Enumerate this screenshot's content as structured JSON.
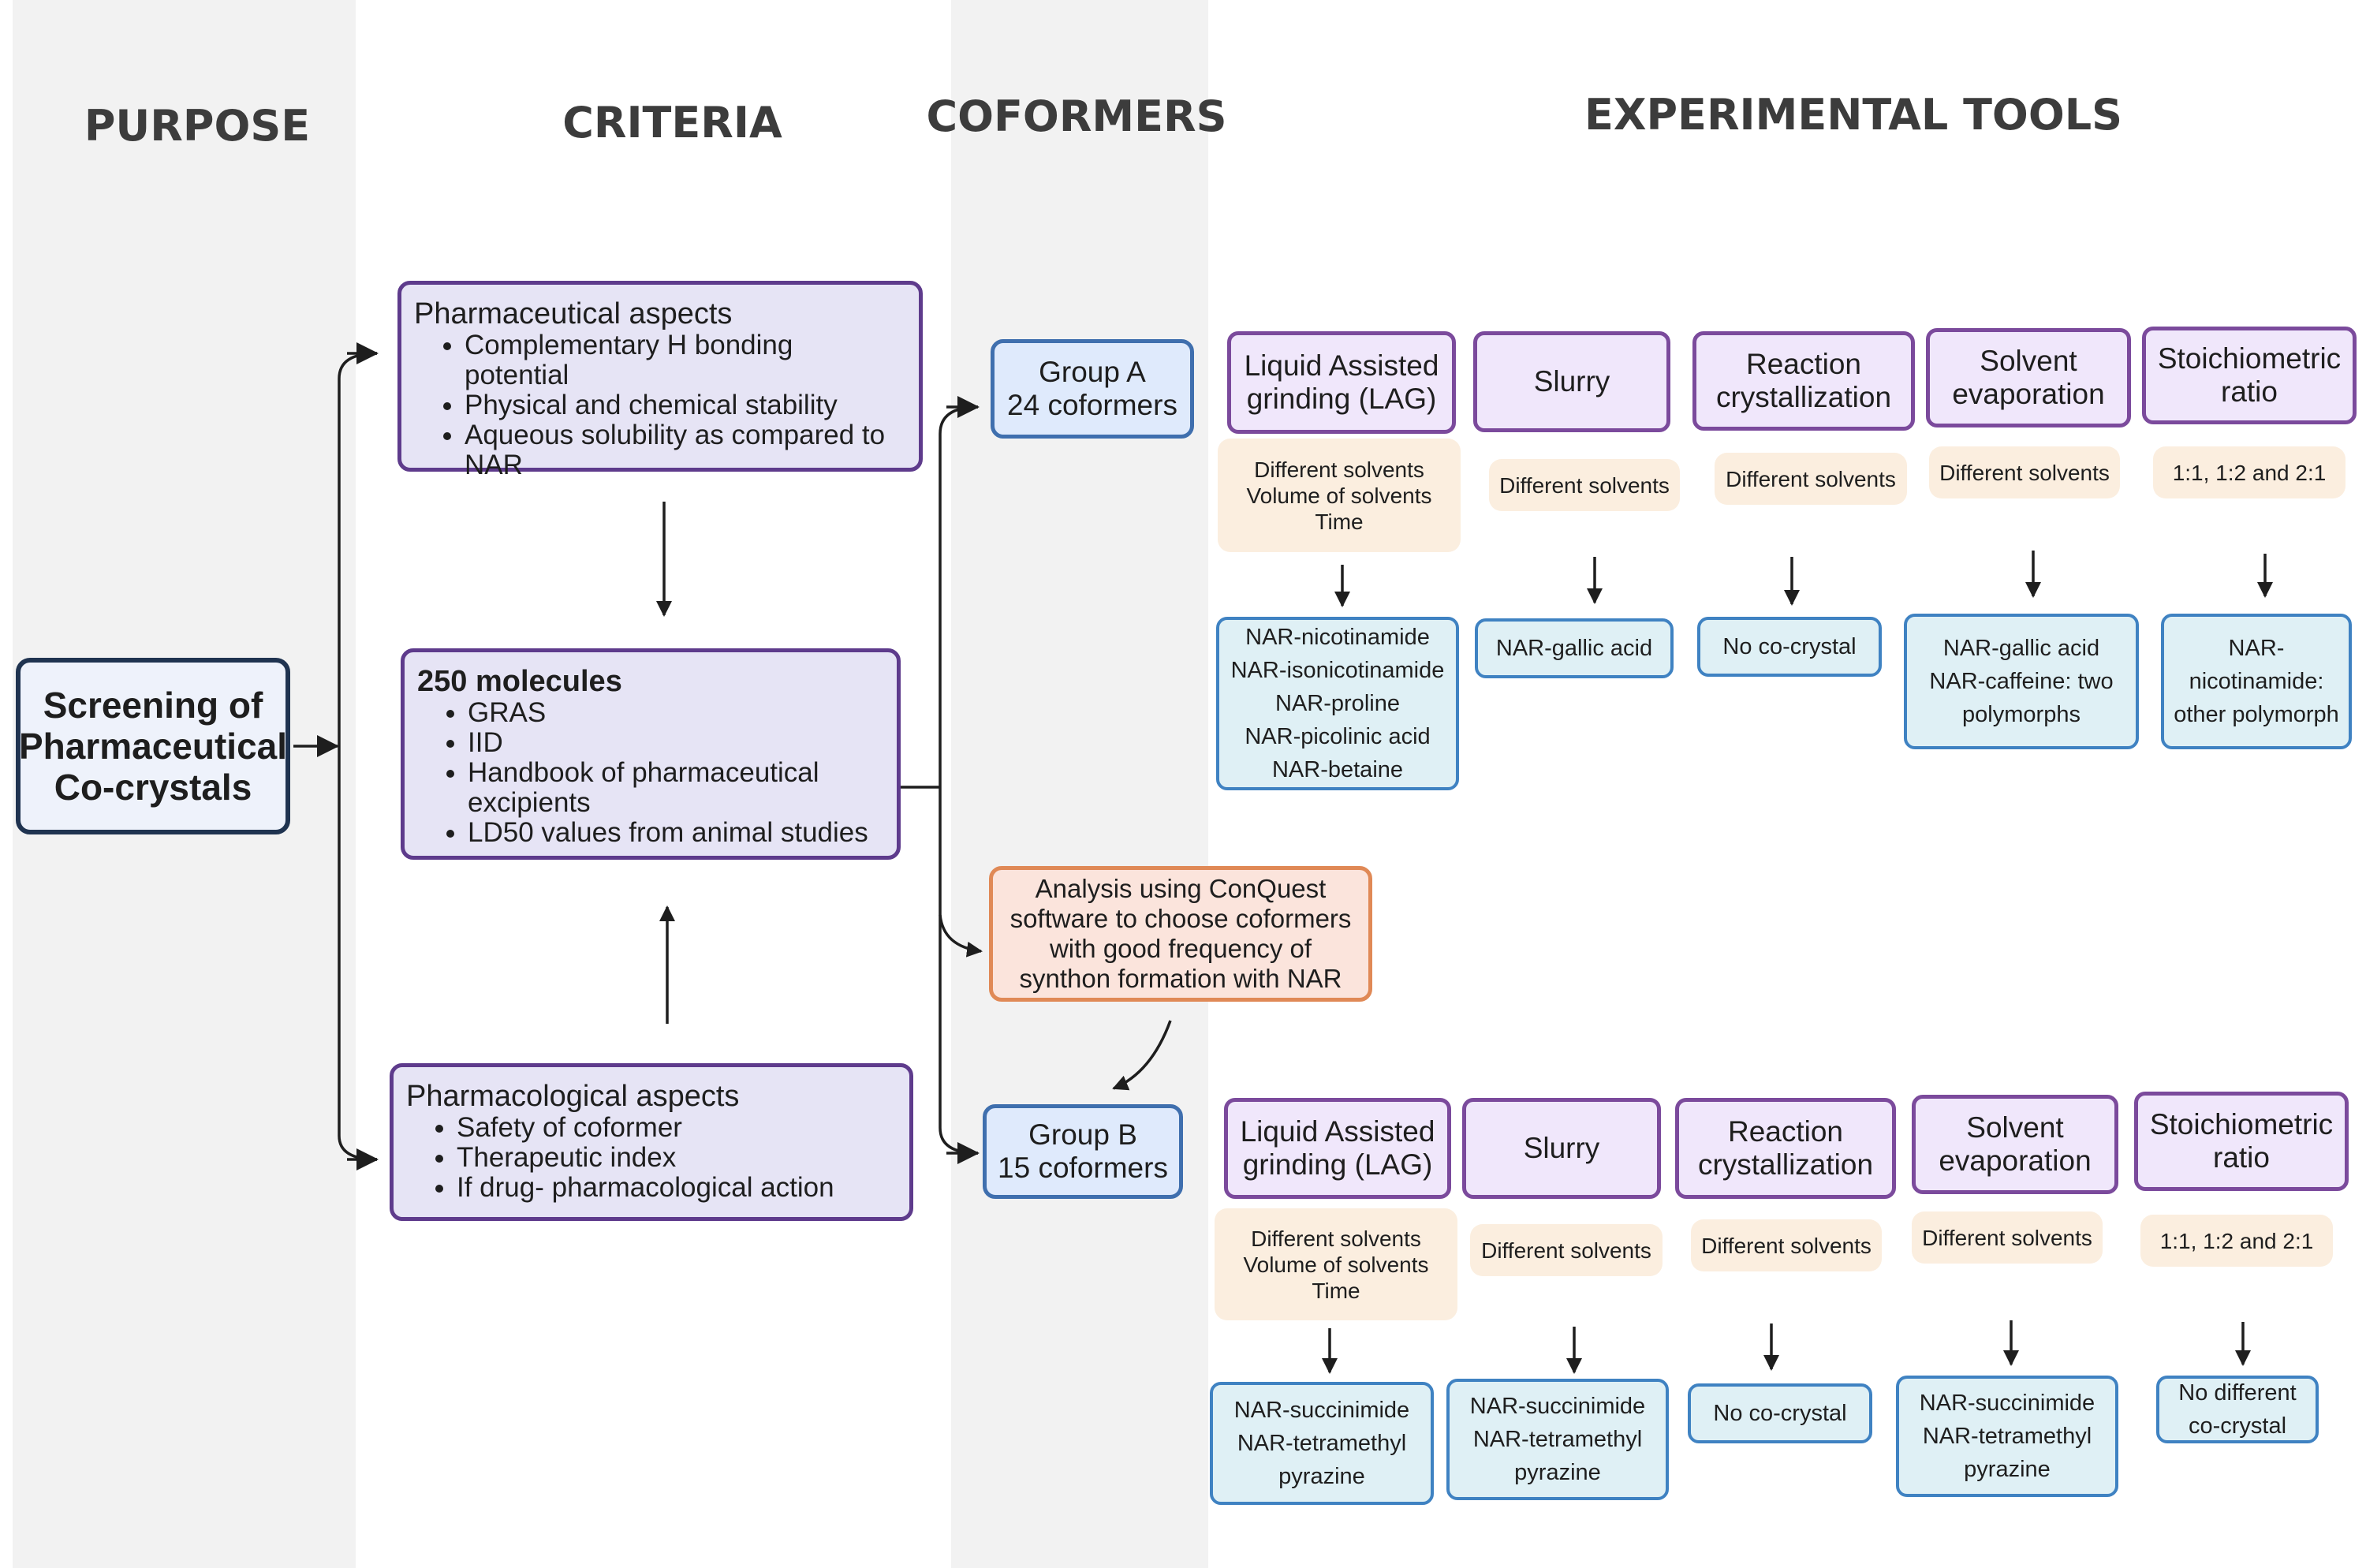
{
  "columns": {
    "purpose": "PURPOSE",
    "criteria": "CRITERIA",
    "coformers": "COFORMERS",
    "experimental_tools": "EXPERIMENTAL TOOLS"
  },
  "screening": "Screening of\nPharmaceutical\nCo-crystals",
  "criteria": {
    "pharmaceutical": {
      "title": "Pharmaceutical aspects",
      "items": [
        "Complementary H bonding potential",
        "Physical and chemical stability",
        "Aqueous solubility as compared to NAR"
      ]
    },
    "molecules": {
      "title": "250 molecules",
      "items": [
        "GRAS",
        "IID",
        "Handbook of pharmaceutical excipients",
        "LD50 values from animal studies"
      ]
    },
    "pharmacological": {
      "title": "Pharmacological aspects",
      "items": [
        "Safety of coformer",
        "Therapeutic index",
        "If  drug- pharmacological action"
      ]
    }
  },
  "coformers": {
    "group_a": "Group A\n24 coformers",
    "group_b": "Group B\n15 coformers",
    "conquest": "Analysis using ConQuest\nsoftware to choose coformers\nwith good frequency of\nsynthon formation with NAR"
  },
  "tools_a": [
    {
      "tool": "Liquid Assisted\ngrinding (LAG)",
      "param": "Different solvents\nVolume of solvents\nTime",
      "result": "NAR-nicotinamide\nNAR-isonicotinamide\nNAR-proline\nNAR-picolinic acid\nNAR-betaine"
    },
    {
      "tool": "Slurry",
      "param": "Different solvents",
      "result": "NAR-gallic acid"
    },
    {
      "tool": "Reaction\ncrystallization",
      "param": "Different solvents",
      "result": "No co-crystal"
    },
    {
      "tool": "Solvent\nevaporation",
      "param": "Different solvents",
      "result": "NAR-gallic acid\nNAR-caffeine: two\npolymorphs"
    },
    {
      "tool": "Stoichiometric\nratio",
      "param": "1:1, 1:2 and 2:1",
      "result": "NAR-\nnicotinamide:\nother polymorph"
    }
  ],
  "tools_b": [
    {
      "tool": "Liquid Assisted\ngrinding (LAG)",
      "param": "Different solvents\nVolume of solvents\nTime",
      "result": "NAR-succinimide\nNAR-tetramethyl\npyrazine"
    },
    {
      "tool": "Slurry",
      "param": "Different solvents",
      "result": "NAR-succinimide\nNAR-tetramethyl\npyrazine"
    },
    {
      "tool": "Reaction\ncrystallization",
      "param": "Different solvents",
      "result": "No co-crystal"
    },
    {
      "tool": "Solvent\nevaporation",
      "param": "Different solvents",
      "result": "NAR-succinimide\nNAR-tetramethyl\npyrazine"
    },
    {
      "tool": "Stoichiometric\nratio",
      "param": "1:1, 1:2 and 2:1",
      "result": "No different\nco-crystal"
    }
  ],
  "colors": {
    "column_bg": "#f2f2f2",
    "criteria_border": "#5e3b8c",
    "criteria_fill": "#e6e4f5",
    "tool_border": "#7b4a9c",
    "tool_fill": "#f0e7fb",
    "param_fill": "#fbeedf",
    "result_border": "#3f82c2",
    "result_fill": "#dff0f5",
    "group_border": "#3f6fae",
    "group_fill": "#dfeafc",
    "conquest_border": "#e08956",
    "conquest_fill": "#fbe4dc"
  }
}
